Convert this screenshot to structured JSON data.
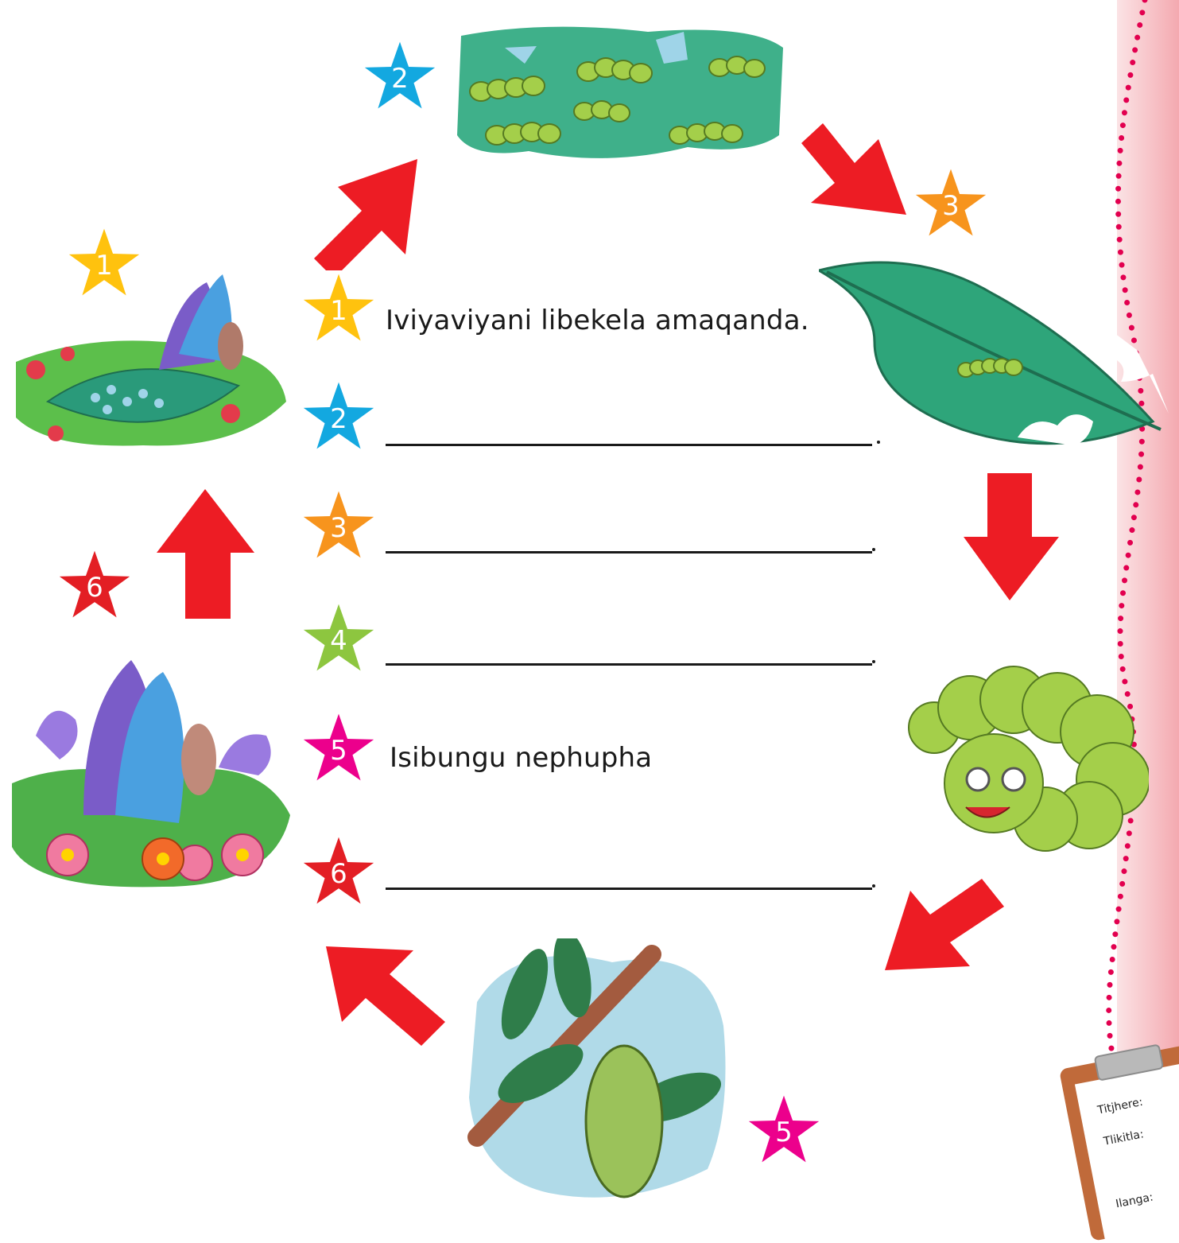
{
  "stars_around": [
    {
      "number": "1",
      "color": "#ffc20e"
    },
    {
      "number": "2",
      "color": "#13a8e0"
    },
    {
      "number": "3",
      "color": "#f7941d"
    },
    {
      "number": "5",
      "color": "#ec008c"
    },
    {
      "number": "6",
      "color": "#e31e24"
    }
  ],
  "sentences": [
    {
      "number": "1",
      "color": "#ffc20e",
      "text": "Iviyaviyani libekela amaqanda."
    },
    {
      "number": "2",
      "color": "#13a8e0",
      "text": ""
    },
    {
      "number": "3",
      "color": "#f7941d",
      "text": ""
    },
    {
      "number": "4",
      "color": "#8dc63f",
      "text": ""
    },
    {
      "number": "5",
      "color": "#ec008c",
      "text": "Isibungu nephupha"
    },
    {
      "number": "6",
      "color": "#e31e24",
      "text": ""
    }
  ],
  "clipboard": {
    "teacher_label": "Titjhere:",
    "mark_label": "Tlikitla:",
    "date_label": "Ilanga:"
  },
  "colors": {
    "arrow": "#ed1c24",
    "margin_dots": "#e2004f"
  }
}
